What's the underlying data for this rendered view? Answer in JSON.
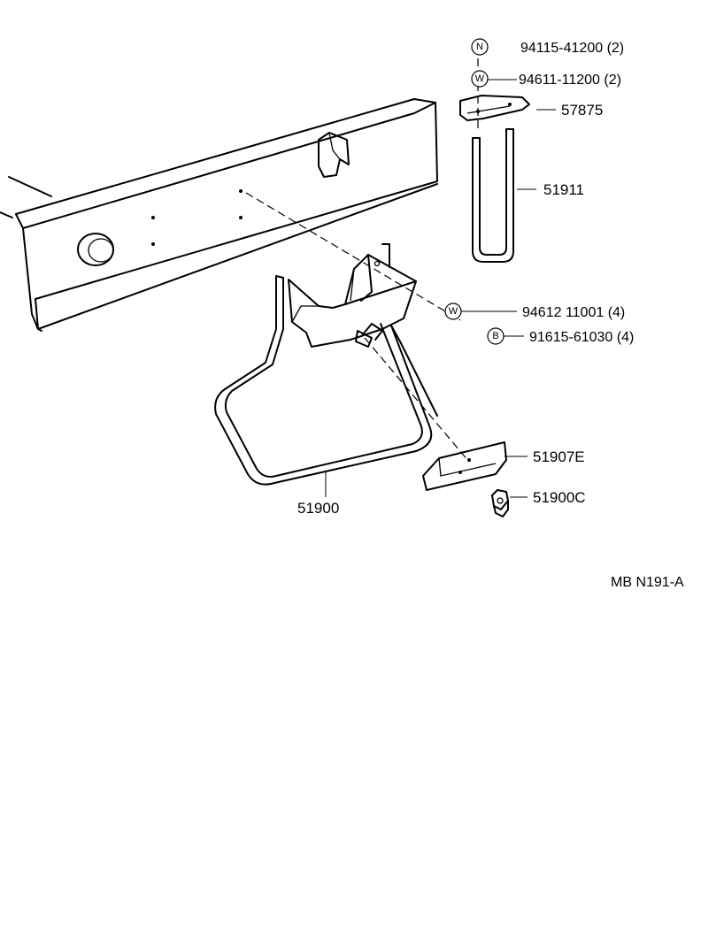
{
  "callouts": [
    {
      "symbol": "N",
      "part_no": "94115-41200 (2)"
    },
    {
      "symbol": "W",
      "part_no": "94611-11200 (2)"
    },
    {
      "symbol": "",
      "part_no": "57875"
    },
    {
      "symbol": "",
      "part_no": "51911"
    },
    {
      "symbol": "W",
      "part_no": "94612 11001 (4)"
    },
    {
      "symbol": "B",
      "part_no": "91615-61030 (4)"
    },
    {
      "symbol": "",
      "part_no": "51907E"
    },
    {
      "symbol": "",
      "part_no": "51900C"
    },
    {
      "symbol": "",
      "part_no": "51900"
    }
  ],
  "figure_code": "MB N191-A"
}
